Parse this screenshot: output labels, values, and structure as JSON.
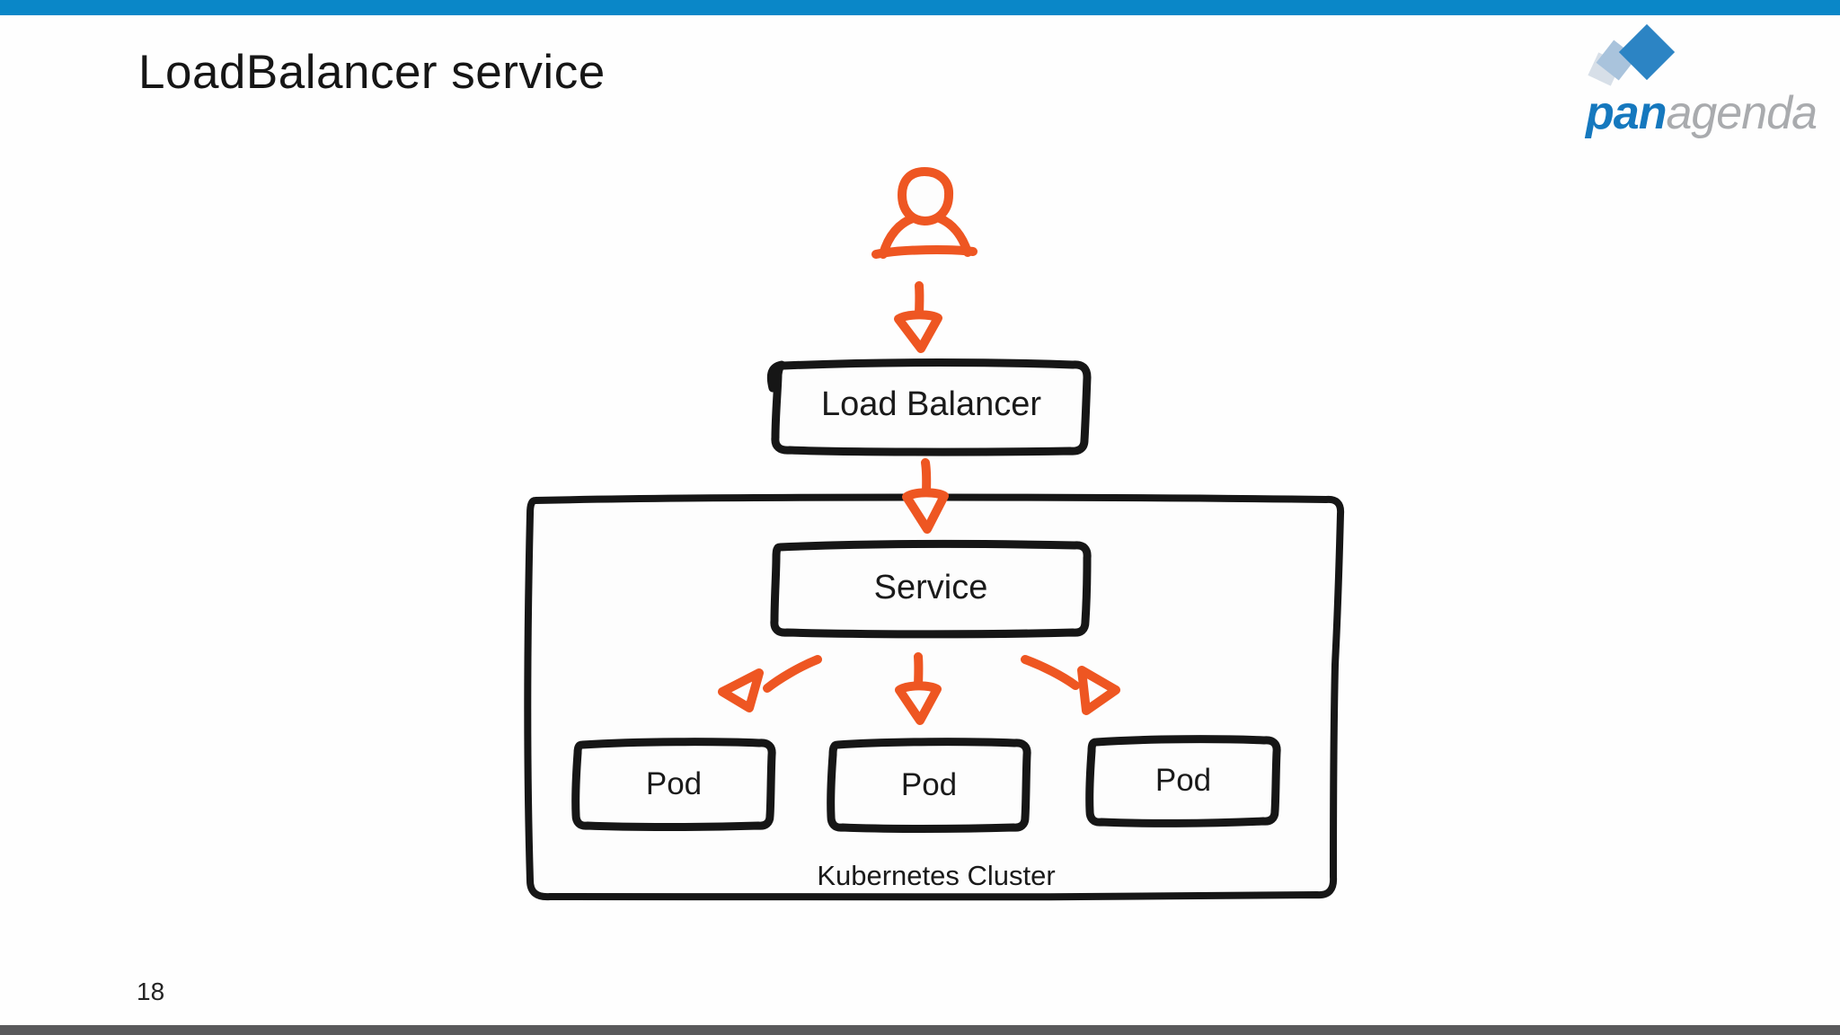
{
  "slide": {
    "title": "LoadBalancer service",
    "page_number": "18"
  },
  "logo": {
    "bold_part": "pan",
    "light_part": "agenda"
  },
  "diagram": {
    "nodes": {
      "load_balancer": "Load Balancer",
      "service": "Service",
      "pods": [
        "Pod",
        "Pod",
        "Pod"
      ],
      "cluster": "Kubernetes Cluster"
    },
    "icons": [
      "user-icon",
      "down-arrow",
      "down-arrow",
      "down-arrow",
      "down-left-arrow",
      "down-right-arrow"
    ]
  },
  "colors": {
    "top_bar": "#0a87c8",
    "bottom_bar": "#59595b",
    "accent_orange": "#ee5622",
    "ink_black": "#161616",
    "logo_blue": "#1578be",
    "logo_gray": "#a9abae",
    "diamond_blue": "#2c84c4",
    "diamond_mid": "#a9c3dc",
    "diamond_light": "#d7dfe8",
    "background": "#fefefe"
  }
}
